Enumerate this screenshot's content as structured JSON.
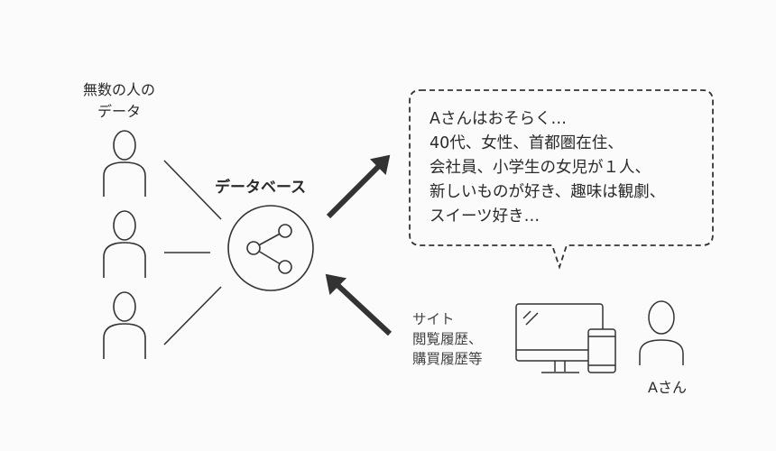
{
  "crowd_label": [
    "無数の人の",
    "データ"
  ],
  "database_label": "データベース",
  "inference": {
    "lines": [
      "Aさんはおそらく…",
      "40代、女性、首都圏在住、",
      "会社員、小学生の女児が１人、",
      "新しいものが好き、趣味は観劇、",
      "スイーツ好き…"
    ]
  },
  "source_label": [
    "サイト",
    "閲覧履歴、",
    "購買履歴等"
  ],
  "person_a_label": "Aさん",
  "colors": {
    "line": "#333333",
    "arrow": "#333333",
    "background": "#fbfbfb"
  }
}
